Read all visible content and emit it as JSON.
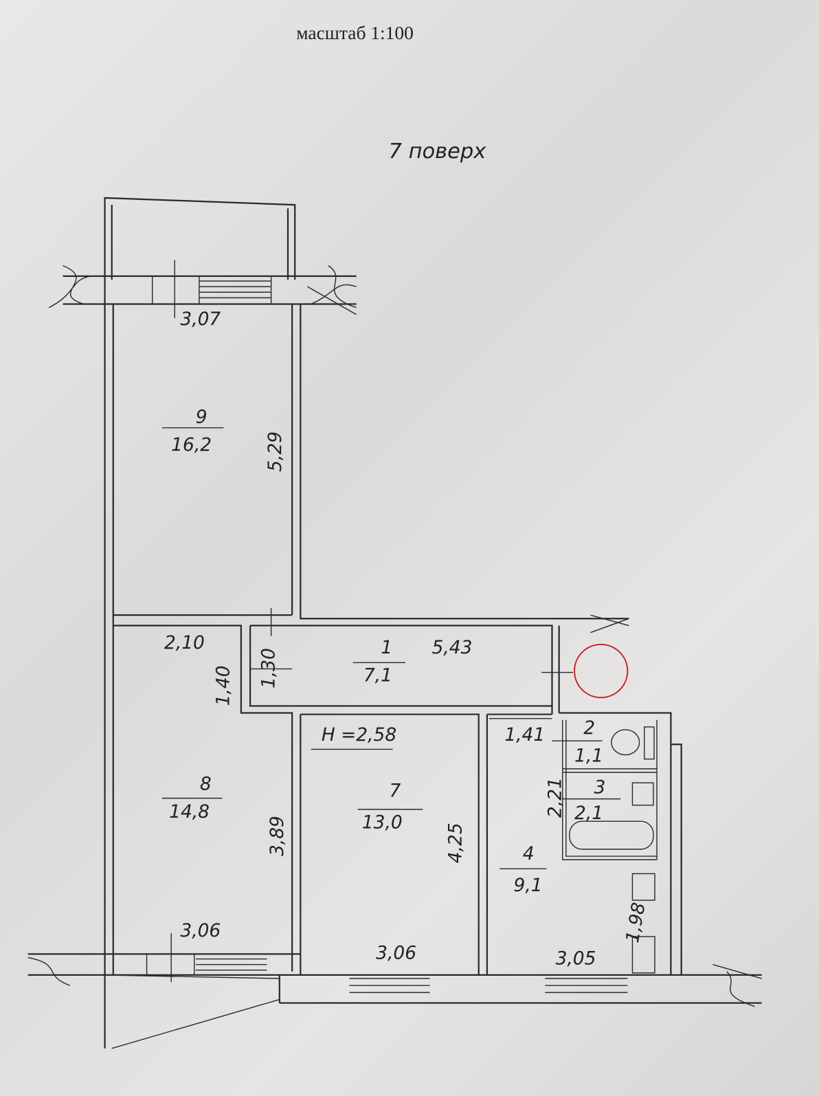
{
  "header": {
    "scale": "масштаб 1:100",
    "floor": "7 поверх"
  },
  "rooms": [
    {
      "number": "9",
      "area": "16,2"
    },
    {
      "number": "8",
      "area": "14,8"
    },
    {
      "number": "7",
      "area": "13,0"
    },
    {
      "number": "1",
      "area": "7,1"
    },
    {
      "number": "4",
      "area": "9,1"
    },
    {
      "number": "2",
      "area": "1,1"
    },
    {
      "number": "3",
      "area": "2,1"
    }
  ],
  "dimensions": {
    "room9_width": "3,07",
    "room9_length": "5,29",
    "vestibule_width": "2,10",
    "vestibule_a": "1,40",
    "vestibule_b": "1,30",
    "corridor_length": "5,43",
    "ceiling_height": "H =2,58",
    "kitchen_top": "1,41",
    "bath_height": "2,21",
    "room8_length": "3,89",
    "room7_length": "4,25",
    "room8_width": "3,06",
    "room7_width": "3,06",
    "room4_width": "3,05",
    "kitchen_side": "1,98"
  },
  "colors": {
    "wall": "#2a2a2a",
    "marker": "#c8262a"
  }
}
